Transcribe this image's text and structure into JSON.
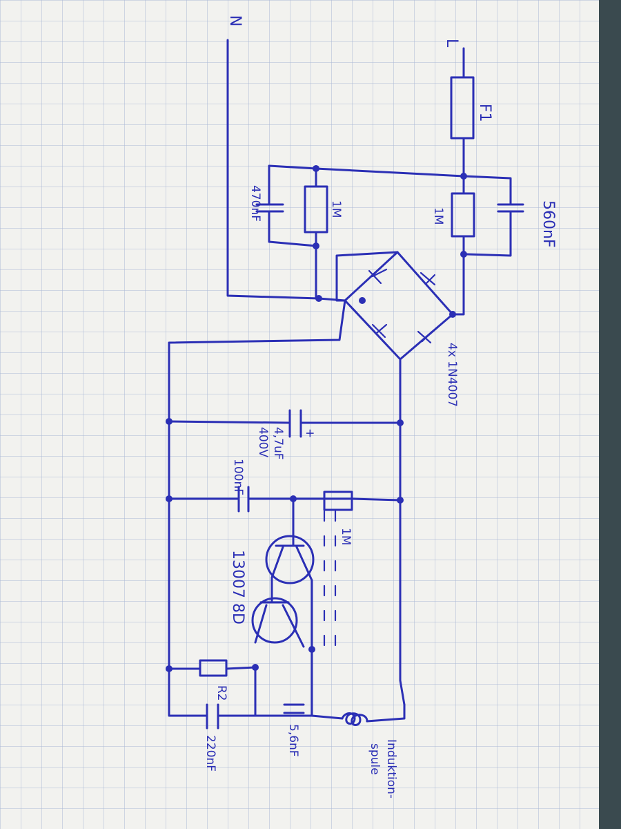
{
  "labels": {
    "line": "L",
    "neutral": "N",
    "fuse": "F1",
    "r_1m_a": "1M",
    "r_1m_b": "1M",
    "r_1m_c": "1M",
    "cap_560nf_top": "560nF",
    "cap_470nf": "470nF",
    "diodes": "4x 1N4007",
    "cap_4_7uf": "4,7uF",
    "cap_400v": "400V",
    "plus": "+",
    "cap_100nf": "100nF",
    "transistors": "13007 8D",
    "r2": "R2",
    "cap_220nf": "220nF",
    "cap_5_6nf": "5,6nF",
    "coil_1": "Induktion-",
    "coil_2": "spule"
  },
  "colors": {
    "ink": "#2b2fb5",
    "paper": "#f2f2ef",
    "grid": "#aab8d6",
    "background": "#3a4a4f"
  }
}
